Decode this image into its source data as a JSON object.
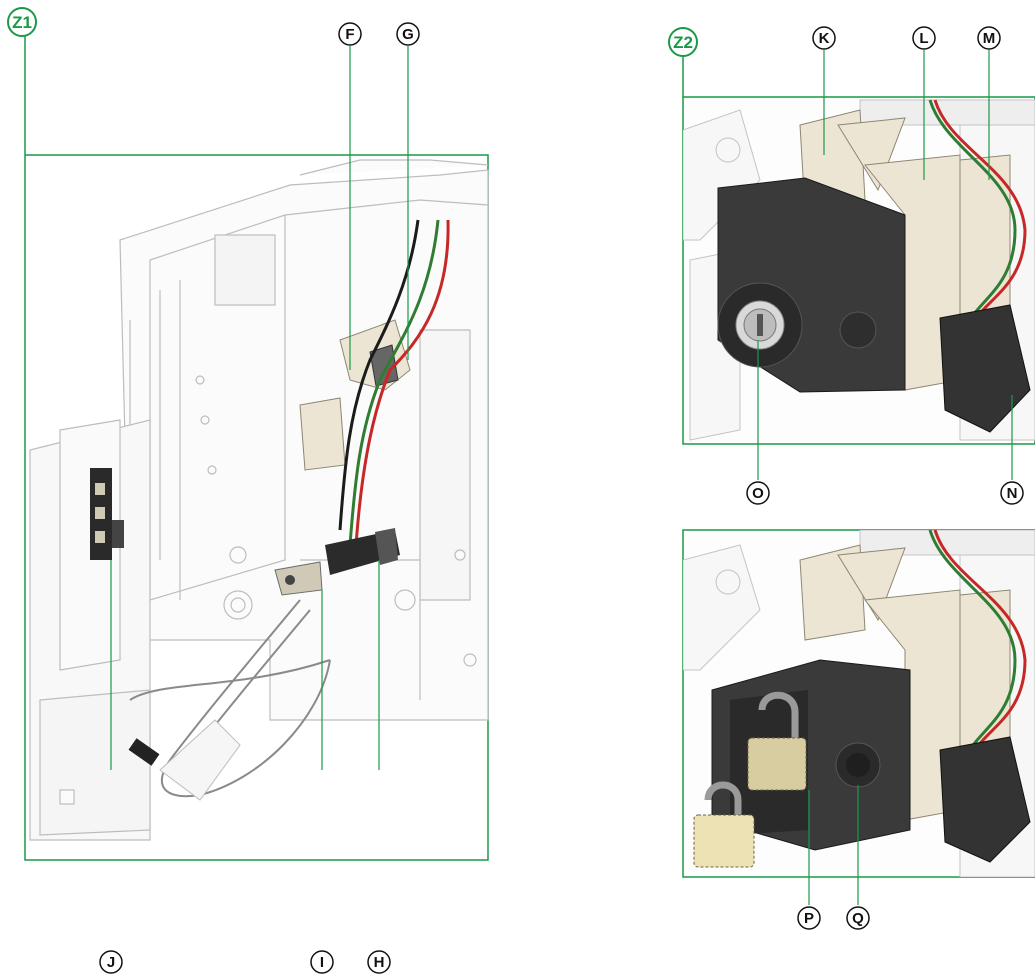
{
  "zones": [
    {
      "id": "z1",
      "label": "Z1"
    },
    {
      "id": "z2",
      "label": "Z2"
    }
  ],
  "callouts": {
    "f": "F",
    "g": "G",
    "h": "H",
    "i": "I",
    "j": "J",
    "k": "K",
    "l": "L",
    "m": "M",
    "n": "N",
    "o": "O",
    "p": "P",
    "q": "Q"
  },
  "colors": {
    "zone_frame": "#1a9a47",
    "wire_red": "#c62828",
    "wire_green": "#2e7d32",
    "wire_black": "#1b1b1b",
    "module_beige": "#ece5d3",
    "lock_body": "#3a3a3a",
    "padlock": "#d8cda0"
  }
}
